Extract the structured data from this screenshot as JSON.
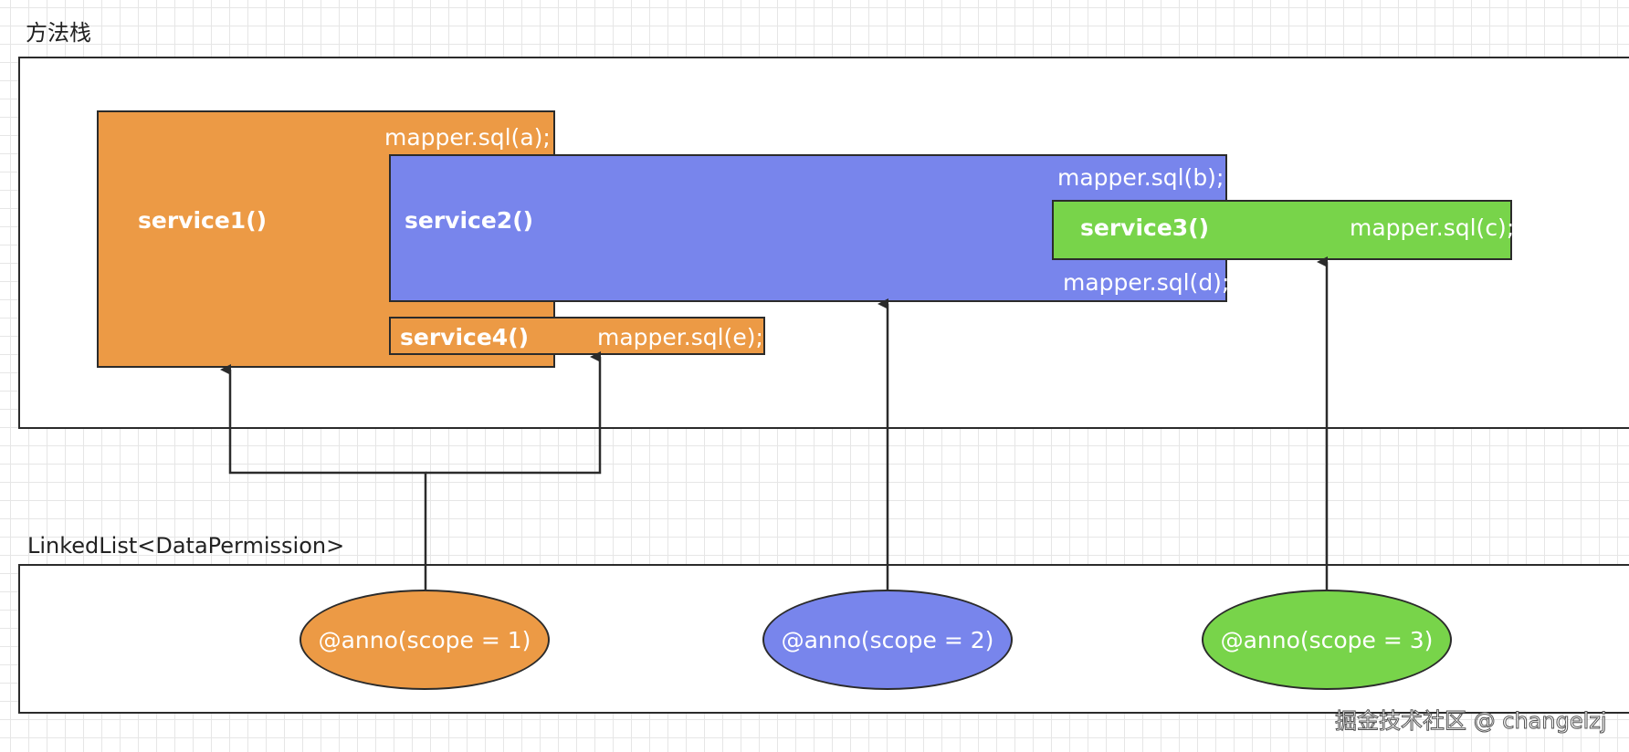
{
  "stack_label": "方法栈",
  "list_label": "LinkedList<DataPermission>",
  "services": {
    "service1": {
      "name": "service1()",
      "sql": "mapper.sql(a);"
    },
    "service2": {
      "name": "service2()",
      "sql_top": "mapper.sql(b);",
      "sql_bottom": "mapper.sql(d);"
    },
    "service3": {
      "name": "service3()",
      "sql": "mapper.sql(c);"
    },
    "service4": {
      "name": "service4()",
      "sql": "mapper.sql(e);"
    }
  },
  "annotations": [
    {
      "label": "@anno(scope = 1)",
      "color": "#ec9a45"
    },
    {
      "label": "@anno(scope = 2)",
      "color": "#7885ec"
    },
    {
      "label": "@anno(scope = 3)",
      "color": "#78d44a"
    }
  ],
  "colors": {
    "orange": "#ec9a45",
    "blue": "#7885ec",
    "green": "#78d44a",
    "stroke": "#2b2b2b"
  },
  "watermark": "掘金技术社区 @ changelzj"
}
